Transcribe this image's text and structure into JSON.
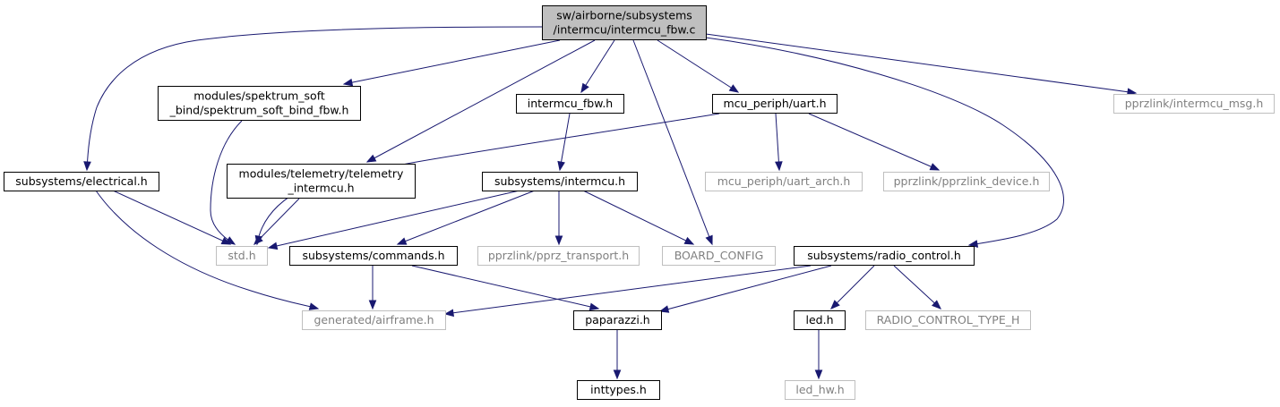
{
  "colors": {
    "edge": "#191970",
    "root_fill": "#bfbfbf",
    "node_border": "#000000",
    "ext_border": "#bfbfbf",
    "ext_text": "#808080"
  },
  "nodes": [
    {
      "id": "root",
      "lines": [
        "sw/airborne/subsystems",
        "/intermcu/intermcu_fbw.c"
      ],
      "style": "root"
    },
    {
      "id": "spektrum",
      "lines": [
        "modules/spektrum_soft",
        "_bind/spektrum_soft_bind_fbw.h"
      ],
      "style": "normal"
    },
    {
      "id": "intermcu_fbw_h",
      "lines": [
        "intermcu_fbw.h"
      ],
      "style": "normal"
    },
    {
      "id": "uart_h",
      "lines": [
        "mcu_periph/uart.h"
      ],
      "style": "normal"
    },
    {
      "id": "intermcu_msg",
      "lines": [
        "pprzlink/intermcu_msg.h"
      ],
      "style": "external"
    },
    {
      "id": "electrical",
      "lines": [
        "subsystems/electrical.h"
      ],
      "style": "normal"
    },
    {
      "id": "telemetry",
      "lines": [
        "modules/telemetry/telemetry",
        "_intermcu.h"
      ],
      "style": "normal"
    },
    {
      "id": "subsys_intermcu",
      "lines": [
        "subsystems/intermcu.h"
      ],
      "style": "normal"
    },
    {
      "id": "uart_arch",
      "lines": [
        "mcu_periph/uart_arch.h"
      ],
      "style": "external"
    },
    {
      "id": "pprzlink_device",
      "lines": [
        "pprzlink/pprzlink_device.h"
      ],
      "style": "external"
    },
    {
      "id": "std_h",
      "lines": [
        "std.h"
      ],
      "style": "external"
    },
    {
      "id": "commands",
      "lines": [
        "subsystems/commands.h"
      ],
      "style": "normal"
    },
    {
      "id": "pprz_transport",
      "lines": [
        "pprzlink/pprz_transport.h"
      ],
      "style": "external"
    },
    {
      "id": "board_config",
      "lines": [
        "BOARD_CONFIG"
      ],
      "style": "external"
    },
    {
      "id": "radio_control",
      "lines": [
        "subsystems/radio_control.h"
      ],
      "style": "normal"
    },
    {
      "id": "airframe",
      "lines": [
        "generated/airframe.h"
      ],
      "style": "external"
    },
    {
      "id": "paparazzi",
      "lines": [
        "paparazzi.h"
      ],
      "style": "normal"
    },
    {
      "id": "led_h",
      "lines": [
        "led.h"
      ],
      "style": "normal"
    },
    {
      "id": "radio_control_type",
      "lines": [
        "RADIO_CONTROL_TYPE_H"
      ],
      "style": "external"
    },
    {
      "id": "inttypes",
      "lines": [
        "inttypes.h"
      ],
      "style": "normal"
    },
    {
      "id": "led_hw",
      "lines": [
        "led_hw.h"
      ],
      "style": "external"
    }
  ],
  "edges": [
    {
      "from": "root",
      "to": "spektrum"
    },
    {
      "from": "root",
      "to": "intermcu_fbw_h"
    },
    {
      "from": "root",
      "to": "uart_h"
    },
    {
      "from": "root",
      "to": "intermcu_msg"
    },
    {
      "from": "root",
      "to": "electrical"
    },
    {
      "from": "root",
      "to": "telemetry"
    },
    {
      "from": "root",
      "to": "board_config"
    },
    {
      "from": "root",
      "to": "radio_control"
    },
    {
      "from": "spektrum",
      "to": "std_h"
    },
    {
      "from": "intermcu_fbw_h",
      "to": "subsys_intermcu"
    },
    {
      "from": "uart_h",
      "to": "std_h"
    },
    {
      "from": "uart_h",
      "to": "uart_arch"
    },
    {
      "from": "uart_h",
      "to": "pprzlink_device"
    },
    {
      "from": "electrical",
      "to": "std_h"
    },
    {
      "from": "electrical",
      "to": "airframe"
    },
    {
      "from": "telemetry",
      "to": "std_h"
    },
    {
      "from": "subsys_intermcu",
      "to": "std_h"
    },
    {
      "from": "subsys_intermcu",
      "to": "commands"
    },
    {
      "from": "subsys_intermcu",
      "to": "pprz_transport"
    },
    {
      "from": "subsys_intermcu",
      "to": "board_config"
    },
    {
      "from": "commands",
      "to": "airframe"
    },
    {
      "from": "commands",
      "to": "paparazzi"
    },
    {
      "from": "radio_control",
      "to": "airframe"
    },
    {
      "from": "radio_control",
      "to": "paparazzi"
    },
    {
      "from": "radio_control",
      "to": "led_h"
    },
    {
      "from": "radio_control",
      "to": "radio_control_type"
    },
    {
      "from": "paparazzi",
      "to": "inttypes"
    },
    {
      "from": "led_h",
      "to": "led_hw"
    }
  ]
}
